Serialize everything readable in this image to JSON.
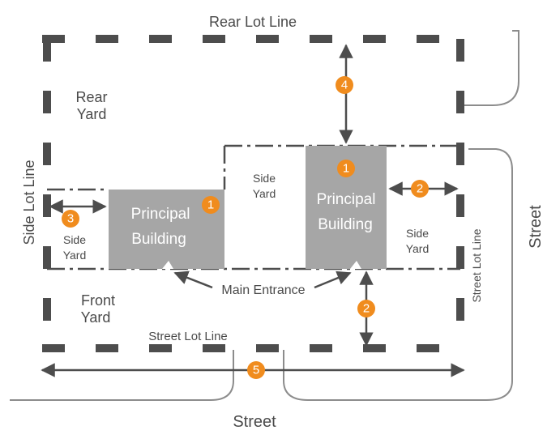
{
  "colors": {
    "line": "#4d4d4d",
    "building": "#a6a6a6",
    "badge": "#f08c1e",
    "text": "#4a4a4a",
    "street_line": "#8c8c8c"
  },
  "labels": {
    "rear_lot_line": "Rear Lot Line",
    "rear_yard": [
      "Rear",
      "Yard"
    ],
    "side_lot_line": "Side Lot Line",
    "side_yard_left": [
      "Side",
      "Yard"
    ],
    "side_yard_middle": [
      "Side",
      "Yard"
    ],
    "side_yard_right": [
      "Side",
      "Yard"
    ],
    "front_yard": [
      "Front",
      "Yard"
    ],
    "street_lot_line_bottom": "Street Lot Line",
    "street_lot_line_right": "Street Lot Line",
    "main_entrance": "Main Entrance",
    "street_bottom": "Street",
    "street_right": "Street"
  },
  "buildings": [
    {
      "lines": [
        "Principal",
        "Building"
      ],
      "badge": "1"
    },
    {
      "lines": [
        "Principal",
        "Building"
      ],
      "badge": "1"
    }
  ],
  "badges": {
    "rear_setback": "4",
    "side_setback_right": "2",
    "side_setback_left": "3",
    "front_setback": "2",
    "lot_width": "5"
  }
}
